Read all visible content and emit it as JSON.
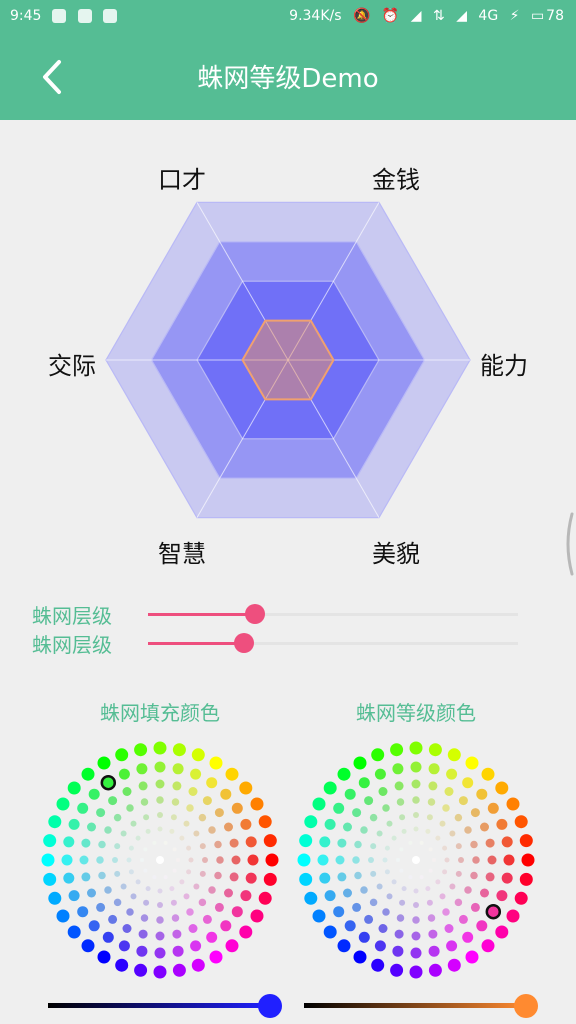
{
  "status_bar": {
    "time": "9:45",
    "net_speed": "9.34K/s",
    "network": "4G",
    "battery": "78"
  },
  "app_bar": {
    "title": "蛛网等级Demo",
    "back_icon": "chevron-left-icon"
  },
  "radar": {
    "labels": [
      "口才",
      "金钱",
      "能力",
      "美貌",
      "智慧",
      "交际"
    ],
    "level_fill_alphas": [
      0.25,
      0.45,
      0.62,
      0.9
    ],
    "fill_color": "#5858f8",
    "value_color": "#f0a070",
    "value_level": 1
  },
  "sliders": [
    {
      "label": "蛛网层级",
      "value": 0.29
    },
    {
      "label": "蛛网层级",
      "value": 0.26
    }
  ],
  "accent_color": "#55bd94",
  "slider_color": "#ee4f7e",
  "pickers": [
    {
      "title": "蛛网填充颜色",
      "selected_color": "#2020ff",
      "brightness": 1.0
    },
    {
      "title": "蛛网等级颜色",
      "selected_color": "#ff8a30",
      "brightness": 1.0
    }
  ]
}
